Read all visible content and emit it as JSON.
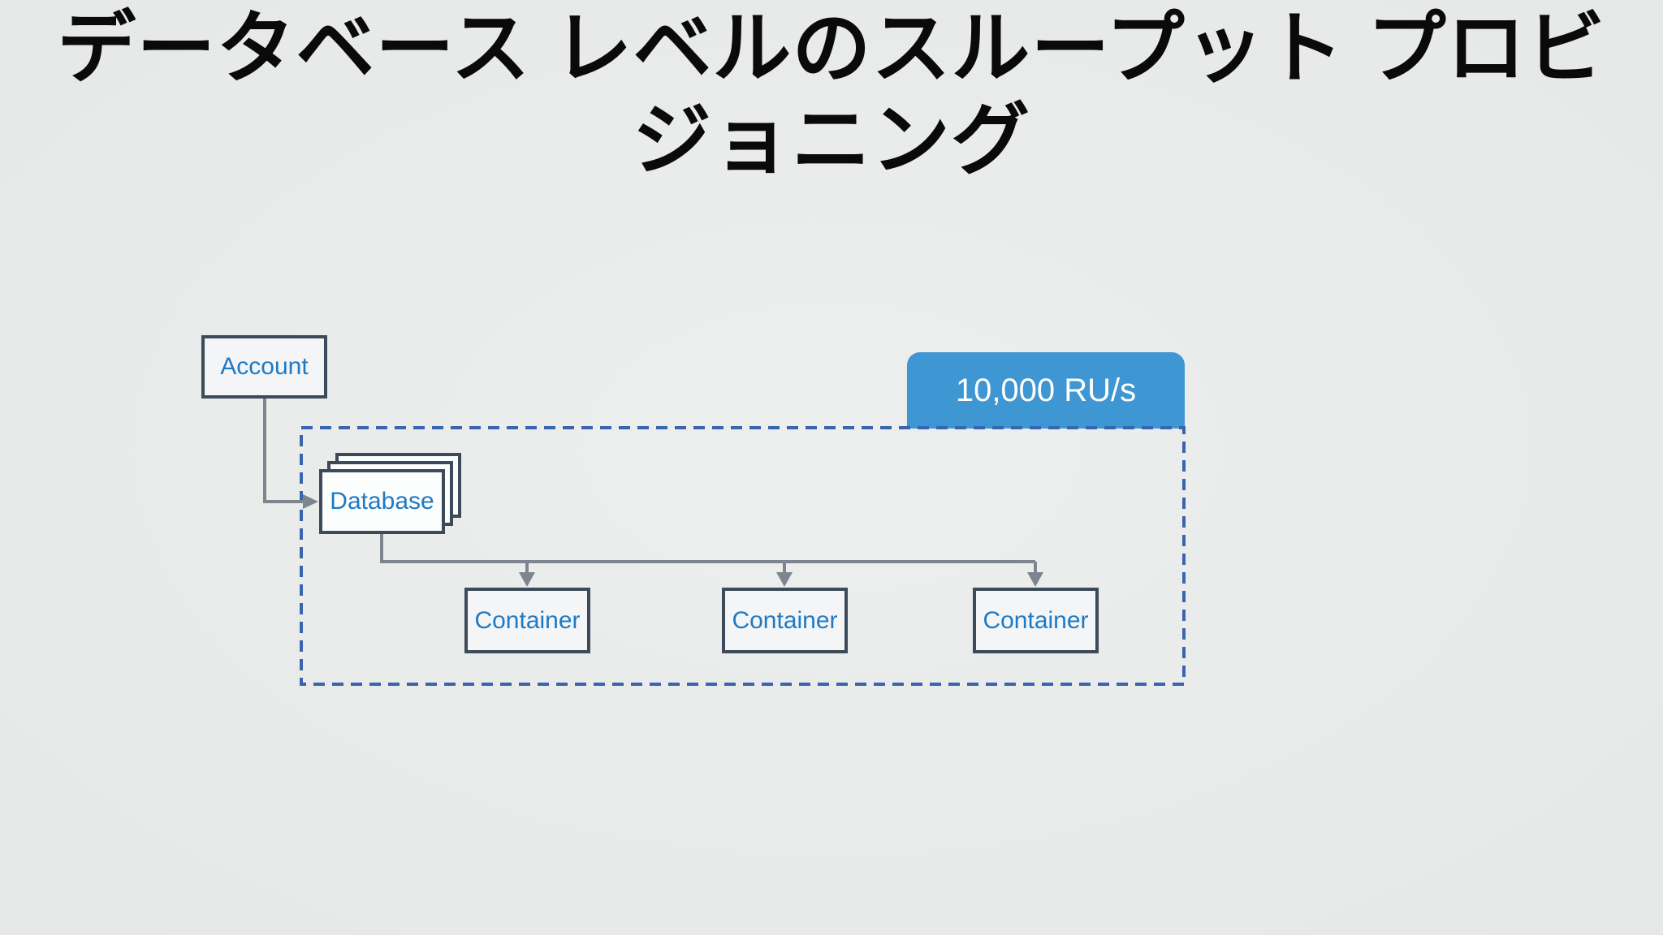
{
  "title": "データベース レベルのスループット プロビジョニング",
  "badge": {
    "label": "10,000 RU/s"
  },
  "nodes": {
    "account": {
      "label": "Account"
    },
    "database": {
      "label": "Database"
    },
    "containers": [
      {
        "label": "Container"
      },
      {
        "label": "Container"
      },
      {
        "label": "Container"
      }
    ]
  },
  "edges": [
    {
      "from": "Account",
      "to": "Database"
    },
    {
      "from": "Database",
      "to": "Container 1"
    },
    {
      "from": "Database",
      "to": "Container 2"
    },
    {
      "from": "Database",
      "to": "Container 3"
    }
  ],
  "scope": {
    "description": "dashed boundary grouping Database and Containers under shared throughput"
  },
  "colors": {
    "background": "#e9ebea",
    "title_text": "#0a0a0a",
    "badge_fill": "#3e96d2",
    "badge_text": "#ffffff",
    "node_border": "#3c4a59",
    "node_fill": "#f4f5f6",
    "database_fill": "#fcfdfd",
    "node_label_text": "#1e7ac4",
    "dashed_border": "#3a64ae",
    "connector": "#7d868e"
  }
}
